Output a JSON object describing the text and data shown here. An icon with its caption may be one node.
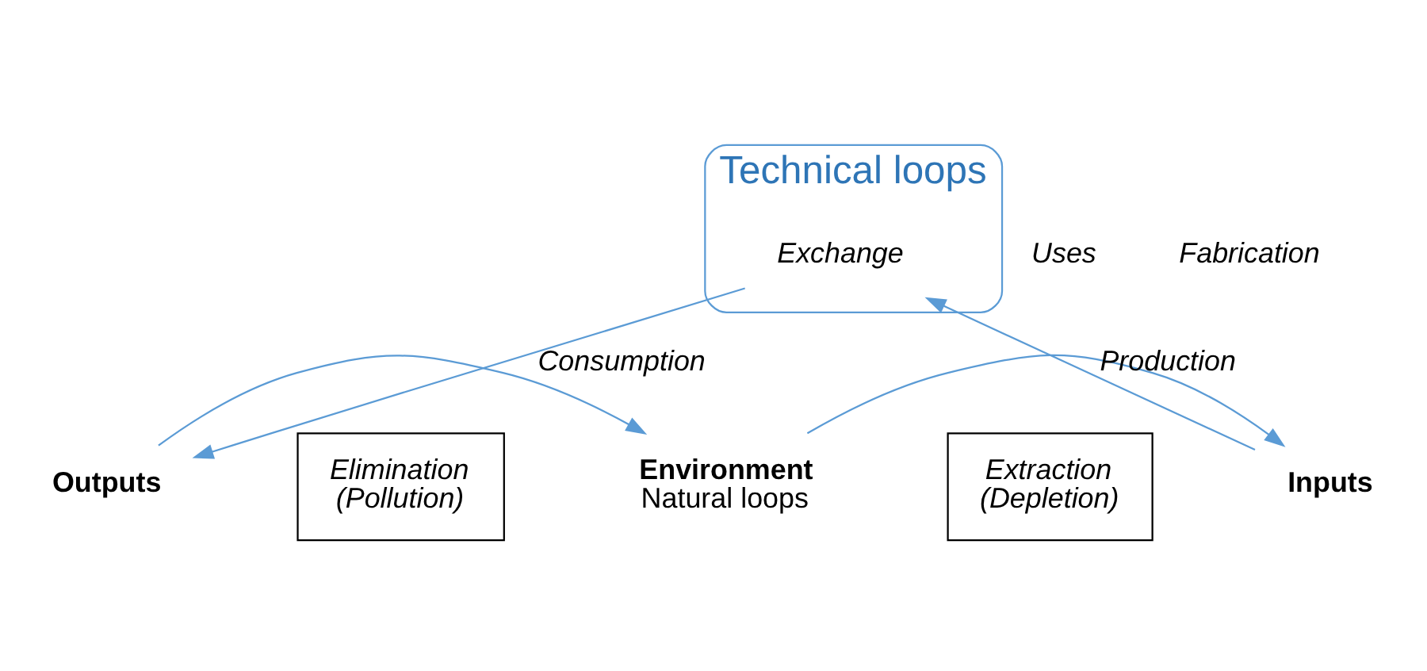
{
  "diagram": {
    "nodes": [
      {
        "text": [
          "Technical loops"
        ]
      },
      {
        "text": [
          "Exchange"
        ],
        "in": 0
      },
      {
        "text": [
          "Outputs"
        ]
      },
      {
        "text": [
          "Elimination",
          "(Pollution)"
        ]
      },
      {
        "text": [
          "Environment",
          "Natural loops"
        ]
      },
      {
        "text": [
          "Extraction",
          "(Depletion)"
        ]
      },
      {
        "text": [
          "Inputs"
        ]
      }
    ],
    "edges": [
      {
        "from": 1,
        "to": 2,
        "arrow": "to",
        "label": "Consumption"
      },
      {
        "from": 6,
        "to": 1,
        "arrow": "to",
        "label": "Production"
      },
      {
        "from": 2,
        "to": 4,
        "arrow": "to"
      },
      {
        "from": 4,
        "to": 6,
        "arrow": "to"
      }
    ],
    "labels": [
      "Uses",
      "Fabrication"
    ]
  }
}
